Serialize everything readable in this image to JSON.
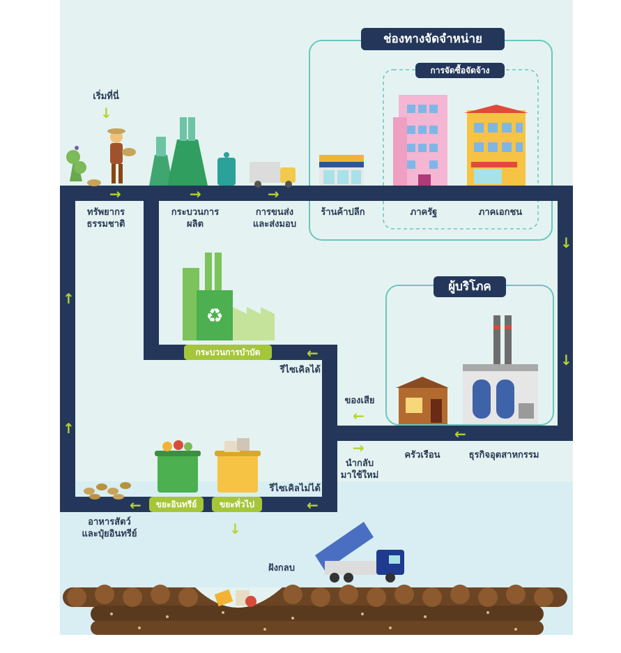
{
  "start_label": "เริ่มที่นี่",
  "header": {
    "channel": "ช่องทางจัดจำหน่าย",
    "procurement": "การจัดซื้อจัดจ้าง",
    "consumer": "ผู้บริโภค"
  },
  "stages": {
    "natural_resources": [
      "ทรัพยากร",
      "ธรรมชาติ"
    ],
    "production": [
      "กระบวนการ",
      "ผลิต"
    ],
    "transport": [
      "การขนส่ง",
      "และส่งมอบ"
    ],
    "retail": "ร้านค้าปลีก",
    "public_sector": "ภาครัฐ",
    "private_sector": "ภาคเอกชน",
    "household": "ครัวเรือน",
    "industry": "ธุรกิจอุตสาหกรรม"
  },
  "flow": {
    "waste": "ของเสีย",
    "reuse": [
      "นำกลับ",
      "มาใช้ใหม่"
    ],
    "recyclable": "รีไซเคิลได้",
    "non_recyclable": "รีไซเคิลไม่ได้",
    "treatment": "กระบวนการบำบัด",
    "organic_waste": "ขยะอินทรีย์",
    "general_waste": "ขยะทั่วไป",
    "feed_fertilizer": [
      "อาหารสัตว์",
      "และปุ๋ยอินทรีย์"
    ],
    "landfill": "ฝังกลบ"
  },
  "colors": {
    "background": "#e4f3f1",
    "path": "#24375a",
    "arrow": "#b7d32c",
    "accent_green": "#a6c63a",
    "soil": "#6b4423"
  }
}
